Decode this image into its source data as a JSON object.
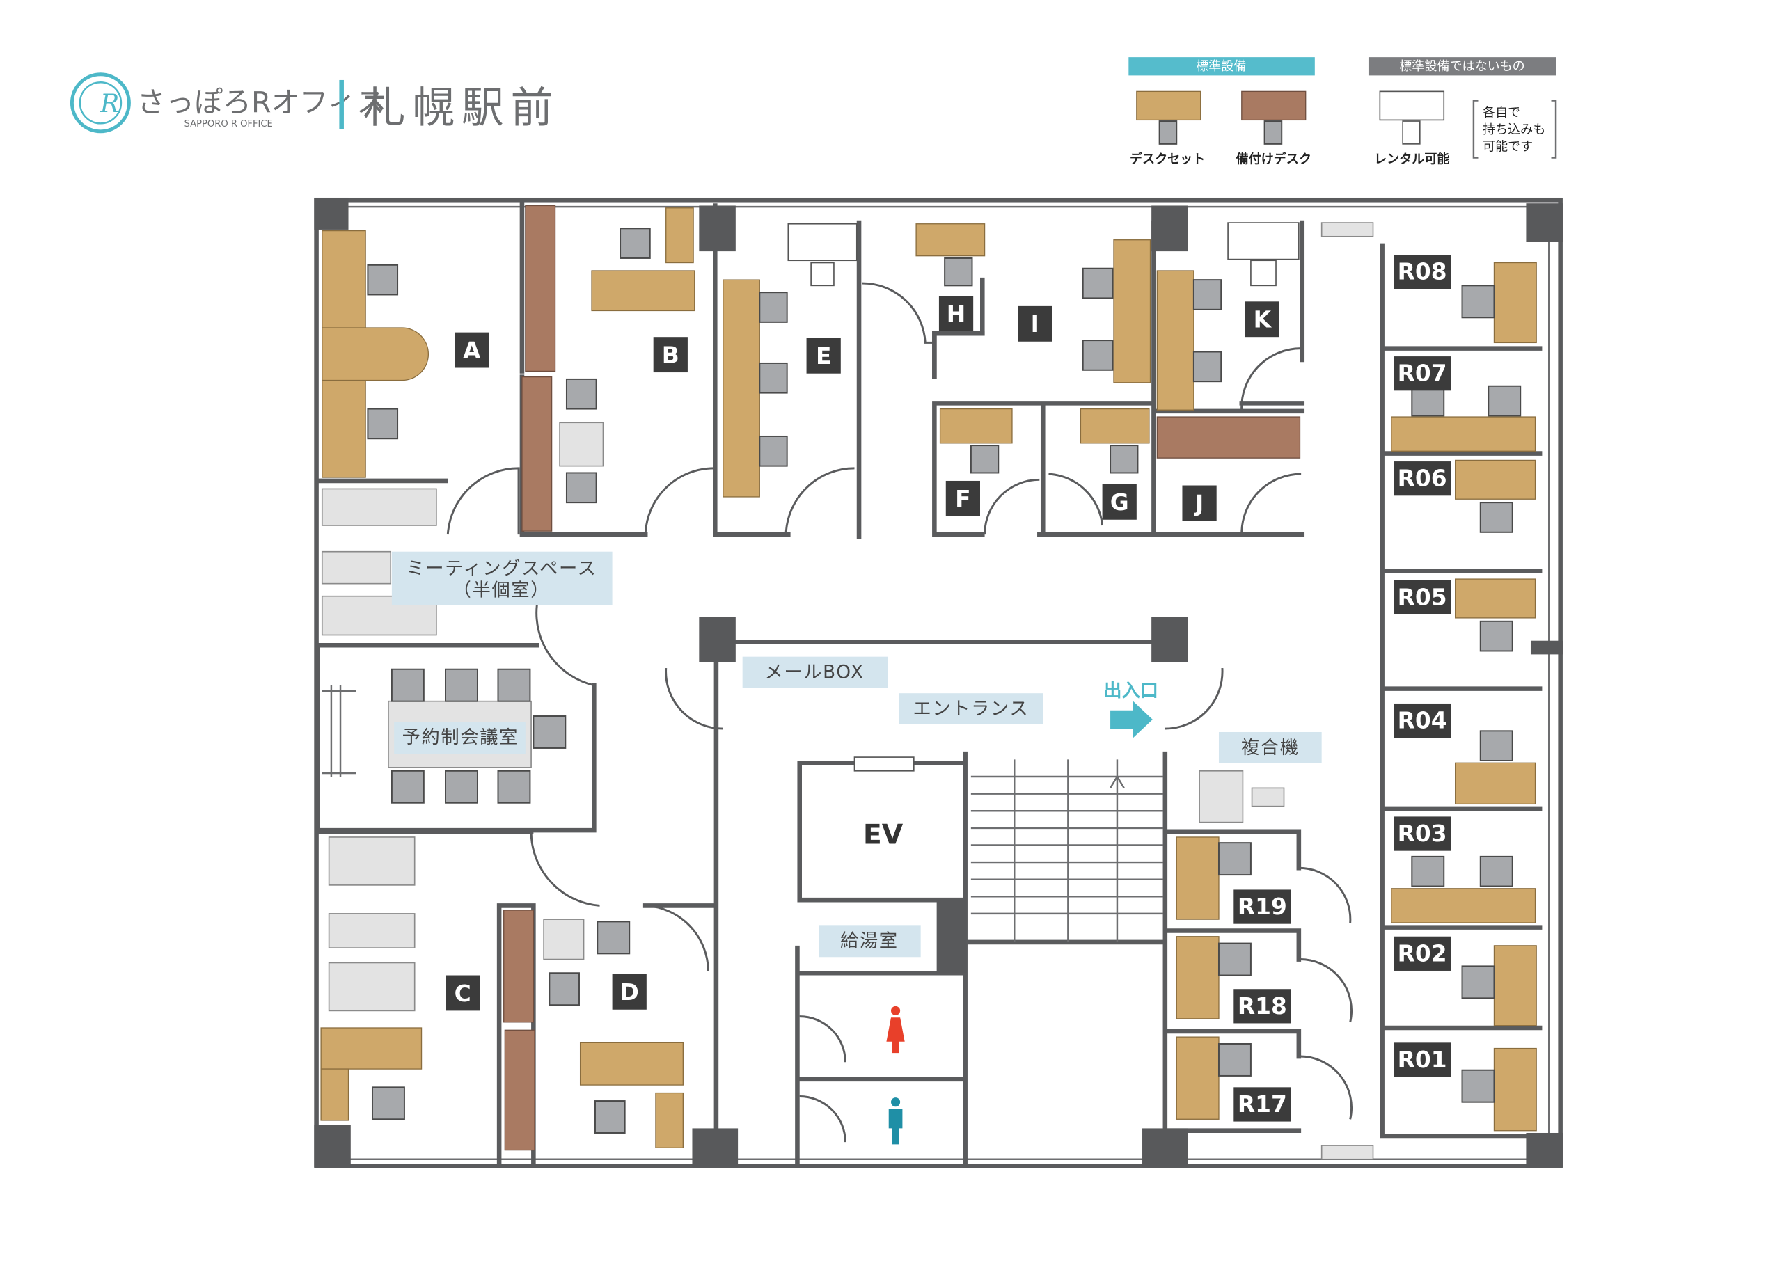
{
  "header": {
    "brand_name": "さっぽろRオフィス",
    "brand_sub": "SAPPORO R OFFICE",
    "location": "札幌駅前",
    "accent_color": "#4db8c8"
  },
  "legend": {
    "standard_title": "標準設備",
    "nonstandard_title": "標準設備ではないもの",
    "items": [
      {
        "label": "デスクセット",
        "color": "#cfa86a"
      },
      {
        "label": "備付けデスク",
        "color": "#a97a62"
      },
      {
        "label": "レンタル可能",
        "color": "#ffffff"
      }
    ],
    "note": [
      "各自で",
      "持ち込みも",
      "可能です"
    ]
  },
  "rooms": {
    "A": "A",
    "B": "B",
    "C": "C",
    "D": "D",
    "E": "E",
    "F": "F",
    "G": "G",
    "H": "H",
    "I": "I",
    "J": "J",
    "K": "K",
    "R08": "R08",
    "R07": "R07",
    "R06": "R06",
    "R05": "R05",
    "R04": "R04",
    "R03": "R03",
    "R02": "R02",
    "R01": "R01",
    "R19": "R19",
    "R18": "R18",
    "R17": "R17"
  },
  "areas": {
    "meeting_space": [
      "ミーティングスペース",
      "（半個室）"
    ],
    "meeting_room": "予約制会議室",
    "mailbox": "メールBOX",
    "entrance": "エントランス",
    "exit": "出入口",
    "copier": "複合機",
    "elevator": "EV",
    "kitchenette": "給湯室"
  },
  "colors": {
    "desk_set": "#cfa86a",
    "fixed_desk": "#a97a62",
    "wall": "#58595b",
    "label_bg": "#d4e5ee",
    "female_restroom": "#e8402a",
    "male_restroom": "#1f8fa6"
  }
}
